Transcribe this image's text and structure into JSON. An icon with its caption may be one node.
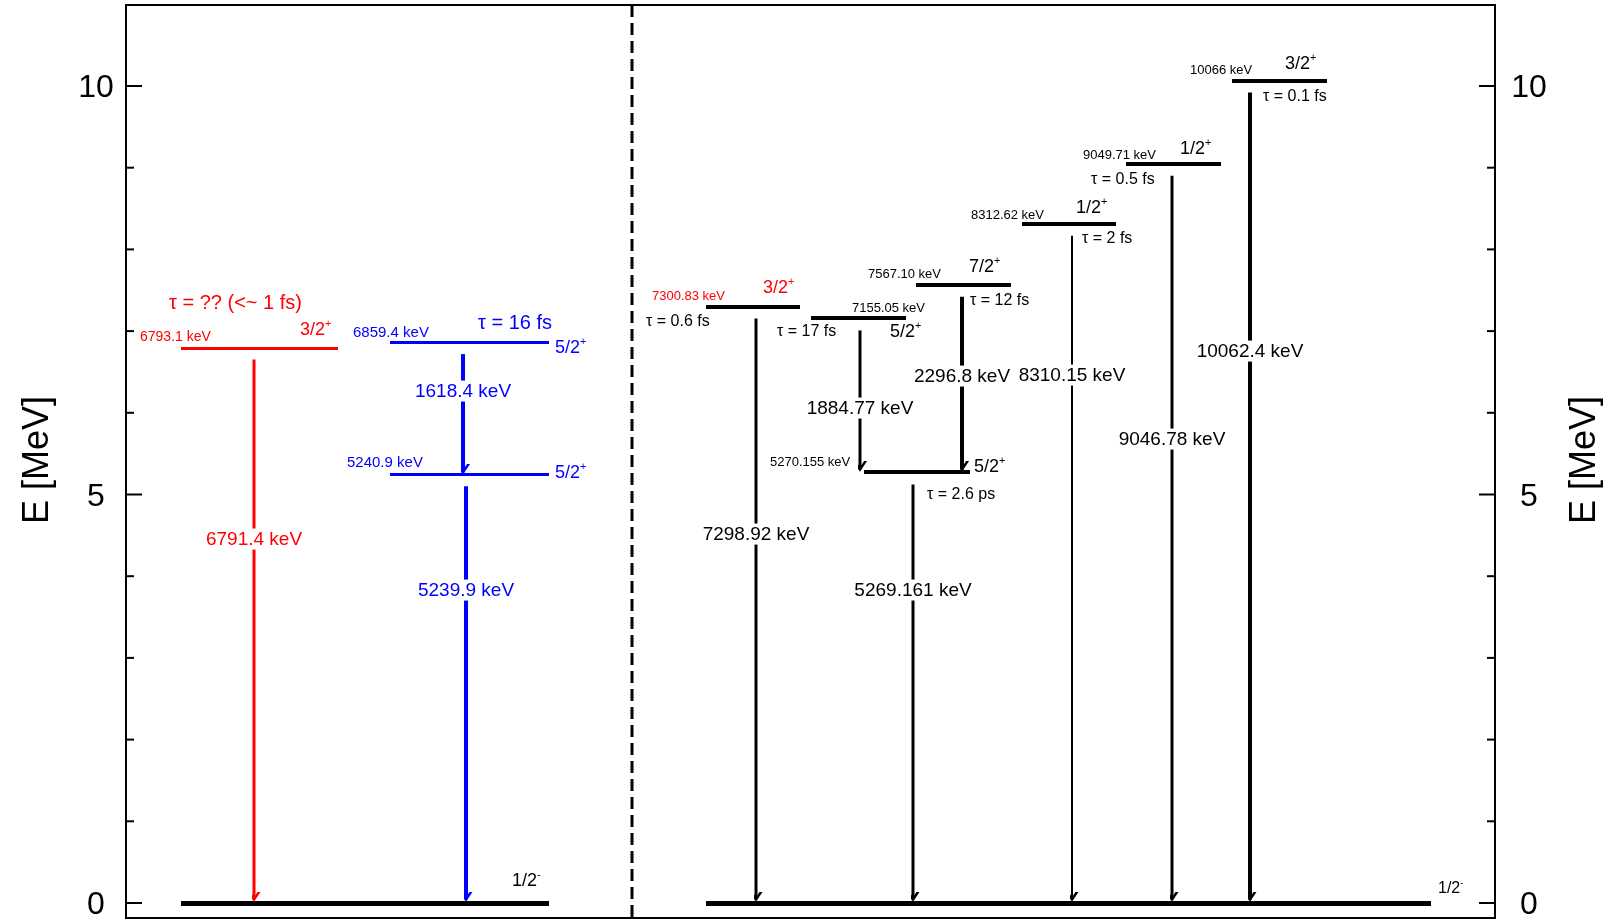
{
  "diagram": {
    "nodes": [
      {
        "text": [
          "1/2$^{-}$"
        ]
      },
      {
        "text": [
          "6793.1 keV",
          "3/2$^{+}$",
          "τ = ?? (<~ 1 fs)"
        ]
      },
      {
        "text": [
          "6859.4 keV",
          "τ = 16 fs",
          "5/2$^{+}$"
        ]
      },
      {
        "text": [
          "5240.9 keV",
          "5/2$^{+}$"
        ]
      },
      {
        "text": [
          "1/2$^{-}$"
        ]
      },
      {
        "text": [
          "7300.83 keV",
          "3/2$^{+}$",
          "τ = 0.6 fs"
        ]
      },
      {
        "text": [
          "7155.05 keV",
          "τ = 17 fs",
          "5/2$^{+}$"
        ]
      },
      {
        "text": [
          "7567.10 keV",
          "7/2$^{+}$",
          "τ = 12 fs"
        ]
      },
      {
        "text": [
          "5270.155 keV",
          "5/2$^{+}$",
          "τ = 2.6 ps"
        ]
      },
      {
        "text": [
          "8312.62 keV",
          "1/2$^{+}$",
          "τ = 2 fs"
        ]
      },
      {
        "text": [
          "9049.71 keV",
          "1/2$^{+}$",
          "τ = 0.5 fs"
        ]
      },
      {
        "text": [
          "10066 keV",
          "3/2$^{+}$",
          "τ = 0.1 fs"
        ]
      }
    ],
    "edges": [
      {
        "from": 1,
        "to": 0,
        "arrow": "to",
        "label": "6791.4 keV",
        "color": "#ff0000"
      },
      {
        "from": 2,
        "to": 3,
        "arrow": "to",
        "label": "1618.4 keV",
        "color": "#0000ff"
      },
      {
        "from": 3,
        "to": 0,
        "arrow": "to",
        "label": "5239.9 keV",
        "color": "#0000ff"
      },
      {
        "from": 5,
        "to": 4,
        "arrow": "to",
        "label": "7298.92 keV"
      },
      {
        "from": 6,
        "to": 8,
        "arrow": "to",
        "label": "1884.77 keV"
      },
      {
        "from": 7,
        "to": 8,
        "arrow": "to",
        "label": "2296.8 keV"
      },
      {
        "from": 8,
        "to": 4,
        "arrow": "to",
        "label": "5269.161 keV"
      },
      {
        "from": 9,
        "to": 4,
        "arrow": "to",
        "label": "8310.15 keV"
      },
      {
        "from": 10,
        "to": 4,
        "arrow": "to",
        "label": "9046.78 keV"
      },
      {
        "from": 11,
        "to": 4,
        "arrow": "to",
        "label": "10062.4 keV"
      }
    ],
    "labels": [
      "10",
      "5",
      "0",
      "E [MeV]",
      "10",
      "5",
      "0",
      "E [MeV]"
    ]
  }
}
